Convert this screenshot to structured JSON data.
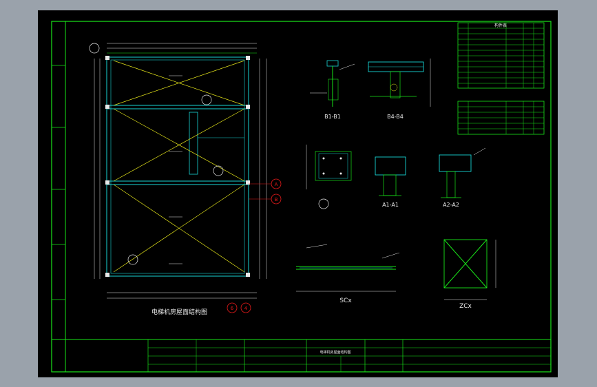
{
  "drawing": {
    "plan_title": "电梯机房屋面结构图",
    "table_title": "构件表",
    "section_labels": [
      "B1-B1",
      "B4-B4",
      "A1-A1",
      "A2-A2",
      "SCx",
      "ZCx"
    ],
    "axis_bubbles": [
      "A",
      "B",
      "6",
      "4"
    ],
    "title_block_drawing_name": "电梯机房屋面结构图"
  },
  "colors": {
    "background": "#000000",
    "frame": "#19e619",
    "beam": "#18d6d6",
    "brace": "#e6e61a",
    "text": "#e8e8e8",
    "axis": "#e61a1a"
  }
}
